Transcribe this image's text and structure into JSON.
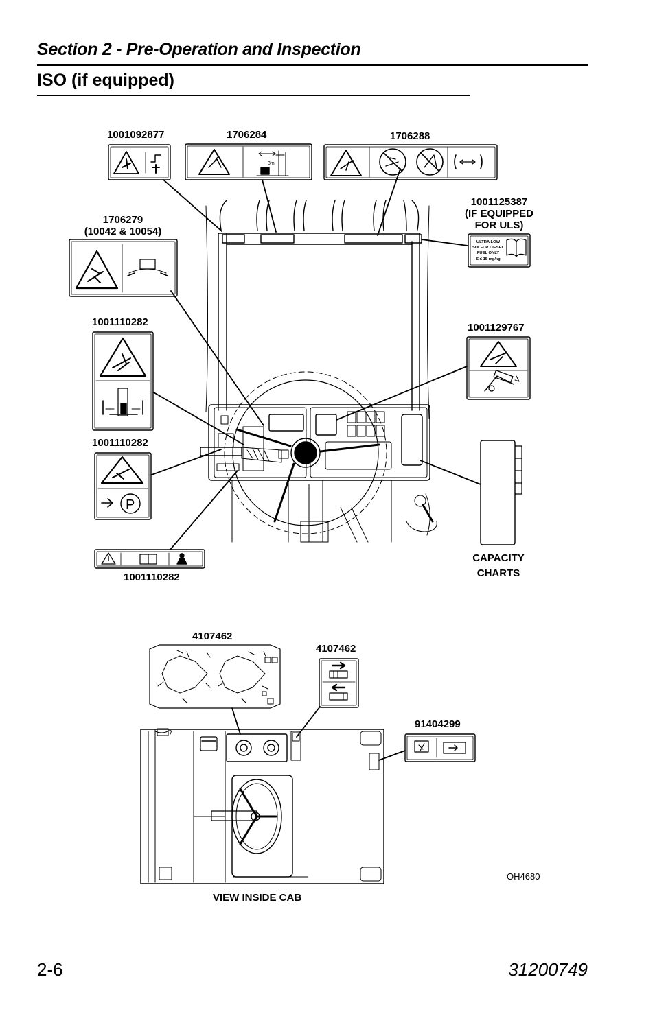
{
  "header": {
    "section": "Section 2 - Pre-Operation and Inspection",
    "subtitle": "ISO (if equipped)"
  },
  "decals": {
    "d1001092877": "1001092877",
    "d1706284": "1706284",
    "d1706288": "1706288",
    "d1706279_num": "1706279",
    "d1706279_note": "(10042 & 10054)",
    "d1001125387_num": "1001125387",
    "d1001125387_note1": "(IF EQUIPPED",
    "d1001125387_note2": "FOR ULS)",
    "d1001110282_a": "1001110282",
    "d1001129767": "1001129767",
    "d1001110282_b": "1001110282",
    "d1001110282_c": "1001110282",
    "capacity1": "CAPACITY",
    "capacity2": "CHARTS",
    "d4107462_a": "4107462",
    "d4107462_b": "4107462",
    "d91404299": "91404299"
  },
  "uls_decal": {
    "line1": "ULTRA LOW",
    "line2": "SULFUR DIESEL",
    "line3": "FUEL ONLY",
    "line4": "S ≤ 15 mg/kg"
  },
  "decal_marks": {
    "dist": "3m",
    "park": "P"
  },
  "figure": {
    "id": "OH4680",
    "cab_caption": "VIEW INSIDE CAB"
  },
  "footer": {
    "page": "2-6",
    "doc": "31200749"
  }
}
